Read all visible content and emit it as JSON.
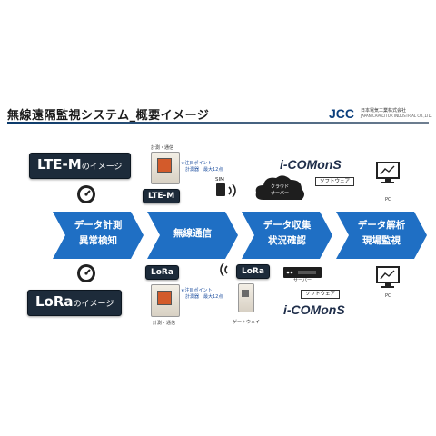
{
  "title": "無線遠隔監視システム_概要イメージ",
  "logo": {
    "main": "JCC",
    "jp": "日本電気工業株式会社",
    "en": "JAPAN CAPACITOR INDUSTRIAL CO.,LTD."
  },
  "lte": {
    "badge_main": "LTE-M",
    "badge_suffix": "のイメージ",
    "device_caption": "計測・通信",
    "note": [
      "★注目ポイント",
      "・計測器　最大12点"
    ],
    "small_badge": "LTE-M",
    "sim_label": "SIM"
  },
  "lora": {
    "badge_main": "LoRa",
    "badge_suffix": "のイメージ",
    "device_caption": "計測・通信",
    "note": [
      "★注目ポイント",
      "・計測器　最大12点"
    ],
    "small_badge_left": "LoRa",
    "small_badge_right": "LoRa",
    "gateway_caption": "ゲートウェイ"
  },
  "cloud": {
    "label_line1": "クラウド",
    "label_line2": "サーバー",
    "software_label": "ソフトウェア"
  },
  "server": {
    "label": "サーバー",
    "software_label": "ソフトウェア"
  },
  "brand": {
    "top": "i-COMonS",
    "bottom": "i-COMonS"
  },
  "pc": {
    "top": "PC",
    "bottom": "PC"
  },
  "flow": [
    {
      "line1": "データ計測",
      "line2": "異常検知"
    },
    {
      "line1": "無線通信",
      "line2": ""
    },
    {
      "line1": "データ収集",
      "line2": "状況確認"
    },
    {
      "line1": "データ解析",
      "line2": "現場監視"
    }
  ],
  "colors": {
    "arrow": "#1f6fc4",
    "arrow_dark": "#15508f",
    "badge": "#1d2b3a",
    "brand_blue": "#0a3e7c",
    "accent_red": "#e2231a"
  },
  "icons": [
    "gauge-icon",
    "wifi-icon",
    "cloud-icon",
    "monitor-chart-icon",
    "server-rack-icon",
    "sim-card-icon"
  ]
}
